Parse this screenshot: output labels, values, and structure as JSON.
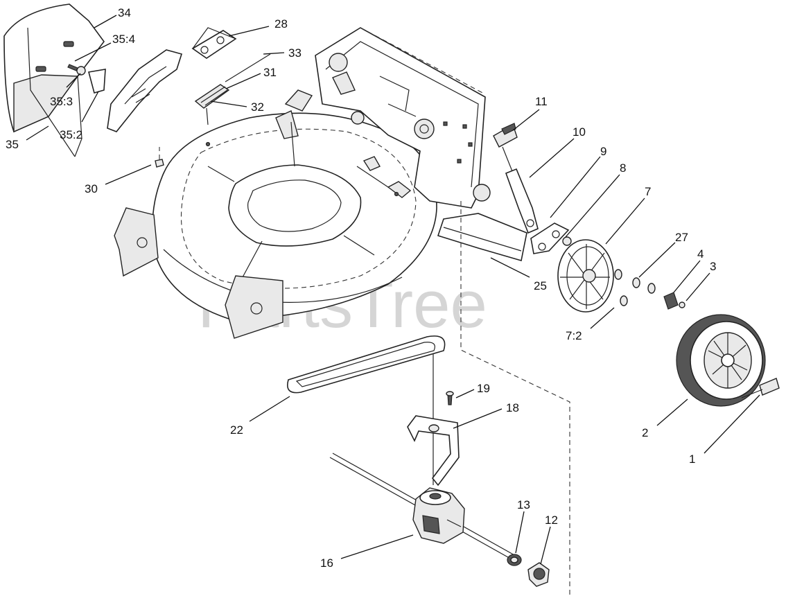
{
  "watermark": "PartsTree",
  "callouts": {
    "c34": "34",
    "c35_4": "35:4",
    "c28": "28",
    "c33": "33",
    "c31": "31",
    "c32": "32",
    "c35_3": "35:3",
    "c35_2": "35:2",
    "c35": "35",
    "c30": "30",
    "c11": "11",
    "c10": "10",
    "c9": "9",
    "c8": "8",
    "c7": "7",
    "c27": "27",
    "c4": "4",
    "c3": "3",
    "c25": "25",
    "c7_2": "7:2",
    "c19": "19",
    "c18": "18",
    "c22": "22",
    "c2": "2",
    "c1": "1",
    "c13": "13",
    "c12": "12",
    "c16": "16"
  }
}
